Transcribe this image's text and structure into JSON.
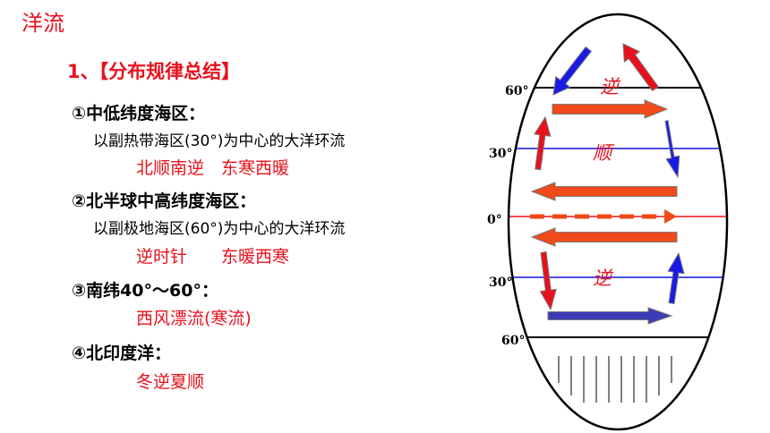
{
  "title": "洋流",
  "heading": "1、【分布规律总结】",
  "items": [
    {
      "title": "①中低纬度海区：",
      "desc": "以副热带海区(30°)为中心的大洋环流",
      "rule": "北顺南逆　东寒西暖"
    },
    {
      "title": "②北半球中高纬度海区：",
      "desc": "以副极地海区(60°)为中心的大洋环流",
      "rule": "逆时针　　东暖西寒"
    },
    {
      "title": "③南纬40°～60°：",
      "rule": "西风漂流(寒流)"
    },
    {
      "title": "④北印度洋：",
      "rule": "冬逆夏顺"
    }
  ],
  "diagram": {
    "latitude_labels": [
      "60°",
      "30°",
      "0°",
      "30°",
      "60°"
    ],
    "gyre_labels": [
      "逆",
      "顺",
      "逆"
    ],
    "colors": {
      "warm": "#e8101c",
      "cold": "#1a1ae6",
      "warm_flow": "#f04a1a",
      "cold_flow": "#3c3cb4",
      "line_blue": "#1010e0"
    }
  }
}
